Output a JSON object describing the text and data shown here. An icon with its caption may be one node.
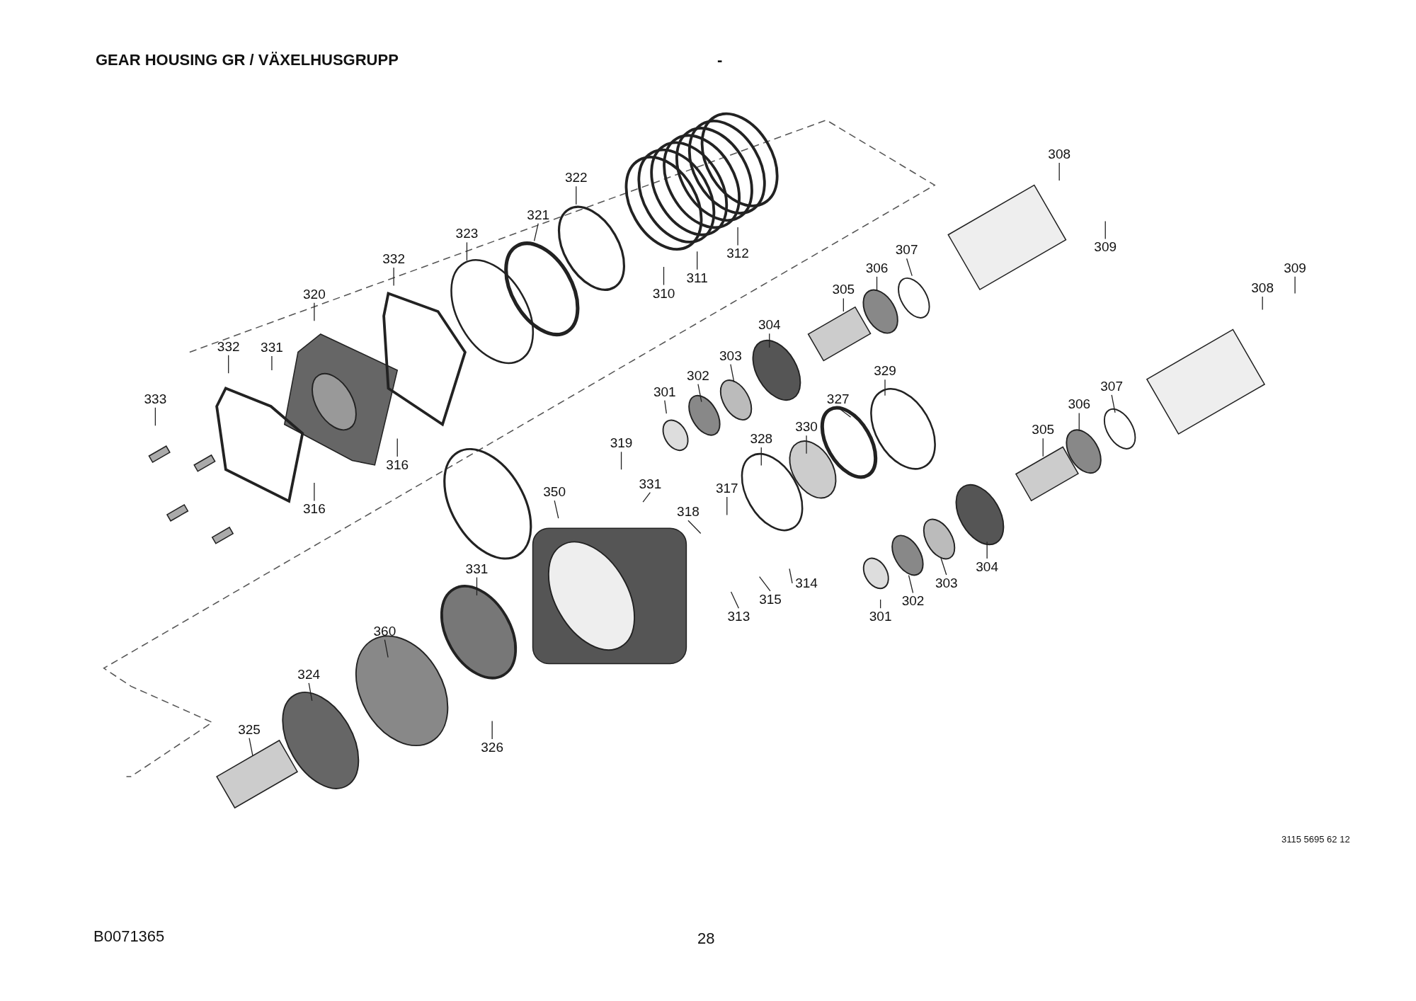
{
  "diagram": {
    "title": "GEAR HOUSING GR / VÄXELHUSGRUPP",
    "nodes": [
      {
        "text": [
          "308"
        ]
      },
      {
        "text": [
          "309"
        ]
      },
      {
        "text": [
          "307"
        ]
      },
      {
        "text": [
          "306"
        ]
      },
      {
        "text": [
          "305"
        ]
      },
      {
        "text": [
          "304"
        ]
      },
      {
        "text": [
          "303"
        ]
      },
      {
        "text": [
          "302"
        ]
      },
      {
        "text": [
          "301"
        ]
      },
      {
        "text": [
          "322"
        ]
      },
      {
        "text": [
          "321"
        ]
      },
      {
        "text": [
          "323"
        ]
      },
      {
        "text": [
          "312"
        ]
      },
      {
        "text": [
          "311"
        ]
      },
      {
        "text": [
          "310"
        ]
      },
      {
        "text": [
          "332"
        ]
      },
      {
        "text": [
          "320"
        ]
      },
      {
        "text": [
          "332"
        ]
      },
      {
        "text": [
          "331"
        ]
      },
      {
        "text": [
          "333"
        ]
      },
      {
        "text": [
          "316"
        ]
      },
      {
        "text": [
          "316"
        ]
      },
      {
        "text": [
          "319"
        ]
      },
      {
        "text": [
          "331"
        ]
      },
      {
        "text": [
          "350"
        ]
      },
      {
        "text": [
          "317"
        ]
      },
      {
        "text": [
          "318"
        ]
      },
      {
        "text": [
          "328"
        ]
      },
      {
        "text": [
          "330"
        ]
      },
      {
        "text": [
          "327"
        ]
      },
      {
        "text": [
          "329"
        ]
      },
      {
        "text": [
          "309"
        ]
      },
      {
        "text": [
          "308"
        ]
      },
      {
        "text": [
          "307"
        ]
      },
      {
        "text": [
          "306"
        ]
      },
      {
        "text": [
          "305"
        ]
      },
      {
        "text": [
          "304"
        ]
      },
      {
        "text": [
          "303"
        ]
      },
      {
        "text": [
          "302"
        ]
      },
      {
        "text": [
          "301"
        ]
      },
      {
        "text": [
          "314"
        ]
      },
      {
        "text": [
          "315"
        ]
      },
      {
        "text": [
          "313"
        ]
      },
      {
        "text": [
          "331"
        ]
      },
      {
        "text": [
          "360"
        ]
      },
      {
        "text": [
          "324"
        ]
      },
      {
        "text": [
          "325"
        ]
      },
      {
        "text": [
          "326"
        ]
      }
    ],
    "edges": [
      {
        "from": 0,
        "to": null,
        "arrow": "none"
      },
      {
        "from": 1,
        "to": null,
        "arrow": "none"
      },
      {
        "from": 2,
        "to": null,
        "arrow": "none"
      },
      {
        "from": 3,
        "to": null,
        "arrow": "none"
      },
      {
        "from": 4,
        "to": null,
        "arrow": "none"
      },
      {
        "from": 5,
        "to": null,
        "arrow": "none"
      },
      {
        "from": 6,
        "to": null,
        "arrow": "none"
      },
      {
        "from": 7,
        "to": null,
        "arrow": "none"
      },
      {
        "from": 8,
        "to": null,
        "arrow": "none"
      },
      {
        "from": 9,
        "to": null,
        "arrow": "none"
      },
      {
        "from": 10,
        "to": null,
        "arrow": "none"
      },
      {
        "from": 11,
        "to": null,
        "arrow": "none"
      },
      {
        "from": 12,
        "to": null,
        "arrow": "none"
      },
      {
        "from": 13,
        "to": null,
        "arrow": "none"
      },
      {
        "from": 14,
        "to": null,
        "arrow": "none"
      },
      {
        "from": 15,
        "to": null,
        "arrow": "none"
      },
      {
        "from": 16,
        "to": null,
        "arrow": "none"
      },
      {
        "from": 17,
        "to": null,
        "arrow": "none"
      },
      {
        "from": 18,
        "to": null,
        "arrow": "none"
      },
      {
        "from": 19,
        "to": null,
        "arrow": "none"
      },
      {
        "from": 20,
        "to": null,
        "arrow": "none"
      },
      {
        "from": 21,
        "to": null,
        "arrow": "none"
      },
      {
        "from": 22,
        "to": null,
        "arrow": "none"
      },
      {
        "from": 23,
        "to": null,
        "arrow": "none"
      },
      {
        "from": 24,
        "to": null,
        "arrow": "none"
      },
      {
        "from": 25,
        "to": null,
        "arrow": "none"
      },
      {
        "from": 26,
        "to": null,
        "arrow": "none"
      },
      {
        "from": 27,
        "to": null,
        "arrow": "none"
      },
      {
        "from": 28,
        "to": null,
        "arrow": "none"
      },
      {
        "from": 29,
        "to": null,
        "arrow": "none"
      },
      {
        "from": 30,
        "to": null,
        "arrow": "none"
      },
      {
        "from": 31,
        "to": null,
        "arrow": "none"
      },
      {
        "from": 32,
        "to": null,
        "arrow": "none"
      },
      {
        "from": 33,
        "to": null,
        "arrow": "none"
      },
      {
        "from": 34,
        "to": null,
        "arrow": "none"
      },
      {
        "from": 35,
        "to": null,
        "arrow": "none"
      },
      {
        "from": 36,
        "to": null,
        "arrow": "none"
      },
      {
        "from": 37,
        "to": null,
        "arrow": "none"
      },
      {
        "from": 38,
        "to": null,
        "arrow": "none"
      },
      {
        "from": 39,
        "to": null,
        "arrow": "none"
      },
      {
        "from": 40,
        "to": null,
        "arrow": "none"
      },
      {
        "from": 41,
        "to": null,
        "arrow": "none"
      },
      {
        "from": 42,
        "to": null,
        "arrow": "none"
      },
      {
        "from": 43,
        "to": null,
        "arrow": "none"
      },
      {
        "from": 44,
        "to": null,
        "arrow": "none"
      },
      {
        "from": 45,
        "to": null,
        "arrow": "none"
      },
      {
        "from": 46,
        "to": null,
        "arrow": "none"
      },
      {
        "from": 47,
        "to": null,
        "arrow": "none"
      }
    ],
    "labels": [
      "-",
      "3115 5695 62 12",
      "B0071365",
      "28"
    ]
  }
}
